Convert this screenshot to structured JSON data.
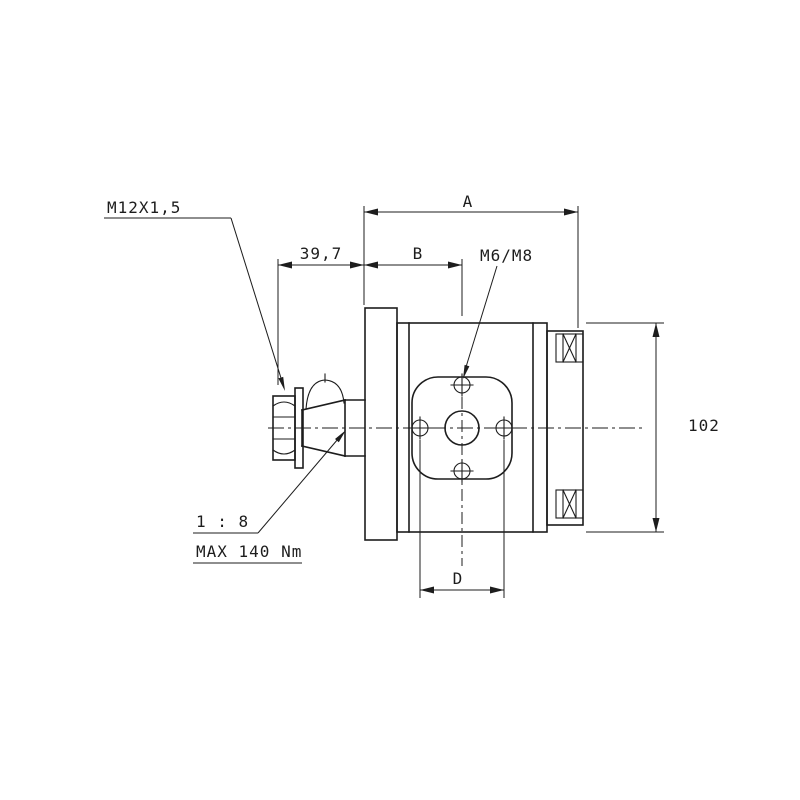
{
  "page": {
    "background": "#ffffff"
  },
  "drawing": {
    "line_color": "#1d1d1d",
    "type": "hydraulic-gear-pump-side-view",
    "labels": {
      "shaft_thread": "M12X1,5",
      "shaft_protrusion": "39,7",
      "overall_length": "A",
      "flange_to_port": "B",
      "port_thread": "M6/M8",
      "body_height": "102",
      "shaft_taper": "1 : 8",
      "max_torque": "MAX 140 Nm",
      "port_spacing": "D"
    }
  }
}
